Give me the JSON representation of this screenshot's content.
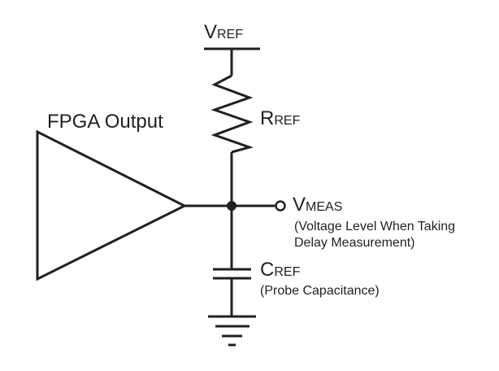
{
  "diagram": {
    "title": "FPGA output delay measurement test load",
    "colors": {
      "stroke": "#231f20",
      "text": "#231f20",
      "background": "#ffffff"
    },
    "labels": {
      "fpga_output": "FPGA Output",
      "vref_main": "V",
      "vref_sub": "REF",
      "rref_main": "R",
      "rref_sub": "REF",
      "vmeas_main": "V",
      "vmeas_sub": "MEAS",
      "vmeas_desc_line1": "(Voltage Level When Taking",
      "vmeas_desc_line2": "Delay Measurement)",
      "cref_main": "C",
      "cref_sub": "REF",
      "cref_desc": "(Probe Capacitance)"
    },
    "components": [
      {
        "id": "buffer",
        "type": "buffer-triangle",
        "label": "FPGA Output"
      },
      {
        "id": "vref",
        "type": "supply-rail",
        "label": "VREF"
      },
      {
        "id": "rref",
        "type": "resistor",
        "label": "RREF"
      },
      {
        "id": "node",
        "type": "junction"
      },
      {
        "id": "vmeas",
        "type": "test-point",
        "label": "VMEAS"
      },
      {
        "id": "cref",
        "type": "capacitor",
        "label": "CREF"
      },
      {
        "id": "gnd",
        "type": "ground"
      }
    ],
    "connections": [
      [
        "vref",
        "rref"
      ],
      [
        "rref",
        "node"
      ],
      [
        "buffer",
        "node"
      ],
      [
        "node",
        "vmeas"
      ],
      [
        "node",
        "cref"
      ],
      [
        "cref",
        "gnd"
      ]
    ]
  }
}
